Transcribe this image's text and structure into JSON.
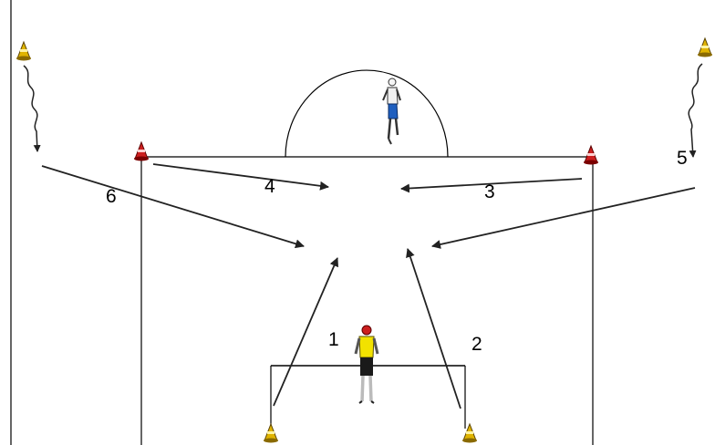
{
  "labels": {
    "l1": "1",
    "l2": "2",
    "l3": "3",
    "l4": "4",
    "l5": "5",
    "l6": "6"
  },
  "colors": {
    "line": "#000000",
    "arrow": "#222222",
    "cone_yellow": "#e0b400",
    "cone_red": "#cc1f1f",
    "goalkeeper_shirt": "#f2e200",
    "server_shirt": "#1f5fbf"
  },
  "icons": {
    "cone": "training-cone-icon",
    "goalkeeper": "goalkeeper-figure-icon",
    "server": "player-figure-icon"
  }
}
